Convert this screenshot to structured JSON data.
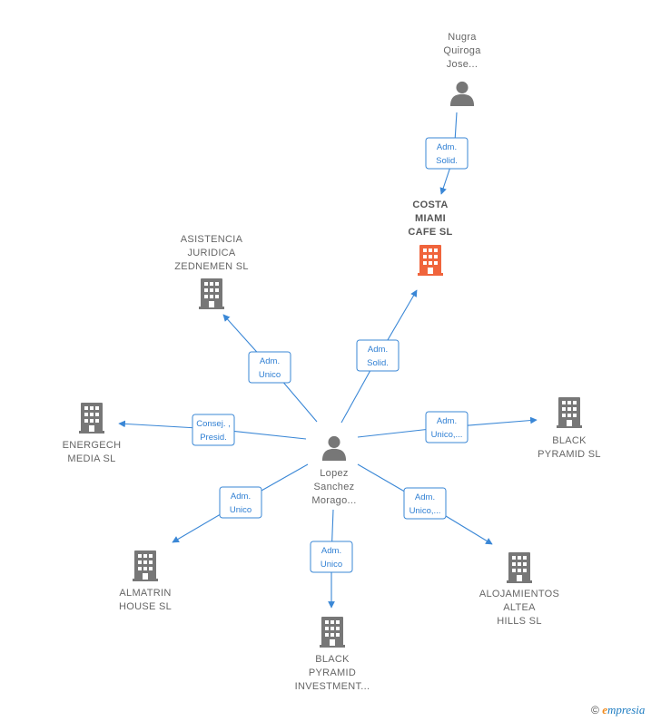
{
  "colors": {
    "edge": "#3a87d6",
    "node_company": "#777777",
    "node_main": "#f0643c",
    "node_person": "#777777"
  },
  "nodes": [
    {
      "id": "nugra",
      "kind": "person",
      "label": [
        "Nugra",
        "Quiroga",
        "Jose..."
      ]
    },
    {
      "id": "costa",
      "kind": "company-main",
      "label": [
        "COSTA",
        "MIAMI",
        "CAFE  SL"
      ]
    },
    {
      "id": "asistencia",
      "kind": "company",
      "label": [
        "ASISTENCIA",
        "JURIDICA",
        "ZEDNEMEN  SL"
      ]
    },
    {
      "id": "energech",
      "kind": "company",
      "label": [
        "ENERGECH",
        "MEDIA  SL"
      ]
    },
    {
      "id": "lopez",
      "kind": "person",
      "label": [
        "Lopez",
        "Sanchez",
        "Morago..."
      ]
    },
    {
      "id": "blackpyr",
      "kind": "company",
      "label": [
        "BLACK",
        "PYRAMID  SL"
      ]
    },
    {
      "id": "almatrin",
      "kind": "company",
      "label": [
        "ALMATRIN",
        "HOUSE  SL"
      ]
    },
    {
      "id": "blackinv",
      "kind": "company",
      "label": [
        "BLACK",
        "PYRAMID",
        "INVESTMENT..."
      ]
    },
    {
      "id": "alojamientos",
      "kind": "company",
      "label": [
        "ALOJAMIENTOS",
        "ALTEA",
        "HILLS  SL"
      ]
    }
  ],
  "edges": [
    {
      "id": "nugra-costa",
      "from": "nugra",
      "to": "costa",
      "label": [
        "Adm.",
        "Solid."
      ]
    },
    {
      "id": "lopez-costa",
      "from": "lopez",
      "to": "costa",
      "label": [
        "Adm.",
        "Solid."
      ]
    },
    {
      "id": "lopez-asistencia",
      "from": "lopez",
      "to": "asistencia",
      "label": [
        "Adm.",
        "Unico"
      ]
    },
    {
      "id": "lopez-energech",
      "from": "lopez",
      "to": "energech",
      "label": [
        "Consej. ,",
        "Presid."
      ]
    },
    {
      "id": "lopez-blackpyr",
      "from": "lopez",
      "to": "blackpyr",
      "label": [
        "Adm.",
        "Unico,..."
      ]
    },
    {
      "id": "lopez-almatrin",
      "from": "lopez",
      "to": "almatrin",
      "label": [
        "Adm.",
        "Unico"
      ]
    },
    {
      "id": "lopez-blackinv",
      "from": "lopez",
      "to": "blackinv",
      "label": [
        "Adm.",
        "Unico"
      ]
    },
    {
      "id": "lopez-alojamientos",
      "from": "lopez",
      "to": "alojamientos",
      "label": [
        "Adm.",
        "Unico,..."
      ]
    }
  ],
  "footer": {
    "copyright": "©",
    "brand_initial": "e",
    "brand_rest": "mpresia"
  }
}
